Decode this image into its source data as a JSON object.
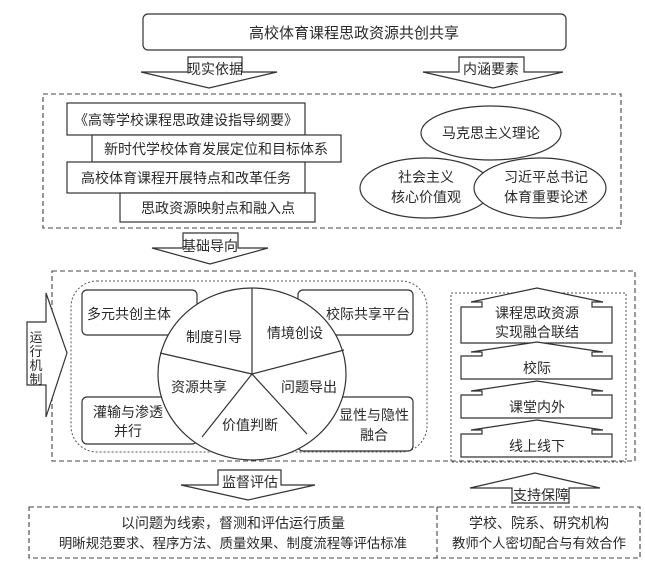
{
  "title": "高校体育课程思政资源共创共享",
  "arrows": {
    "reality_basis": "现实依据",
    "connotation": "内涵要素",
    "foundation": "基础导向",
    "operation": [
      "运",
      "行",
      "机",
      "制"
    ],
    "supervision": "监督评估",
    "support": "支持保障"
  },
  "reality_boxes": [
    "《高等学校课程思政建设指导纲要》",
    "新时代学校体育发展定位和目标体系",
    "高校体育课程开展特点和改革任务",
    "思政资源映射点和融入点"
  ],
  "connotation_ellipses": {
    "top": "马克思主义理论",
    "left": [
      "社会主义",
      "核心价值观"
    ],
    "right": [
      "习近平总书记",
      "体育重要论述"
    ]
  },
  "mechanism": {
    "corners": {
      "top_left": "多元共创主体",
      "top_right": "校际共享平台",
      "bottom_left": [
        "灌输与渗透",
        "并行"
      ],
      "bottom_right": [
        "显性与隐性",
        "融合"
      ]
    },
    "wheel": [
      "制度引导",
      "情境创设",
      "问题导出",
      "价值判断",
      "资源共享"
    ]
  },
  "levels": [
    [
      "课程思政资源",
      "实现融合联结"
    ],
    [
      "校际"
    ],
    [
      "课堂内外"
    ],
    [
      "线上线下"
    ]
  ],
  "bottom": {
    "left": [
      "以问题为线索，督测和评估运行质量",
      "明晰规范要求、程序方法、质量效果、制度流程等评估标准"
    ],
    "right": [
      "学校、院系、研究机构",
      "教师个人密切配合与有效合作"
    ]
  }
}
